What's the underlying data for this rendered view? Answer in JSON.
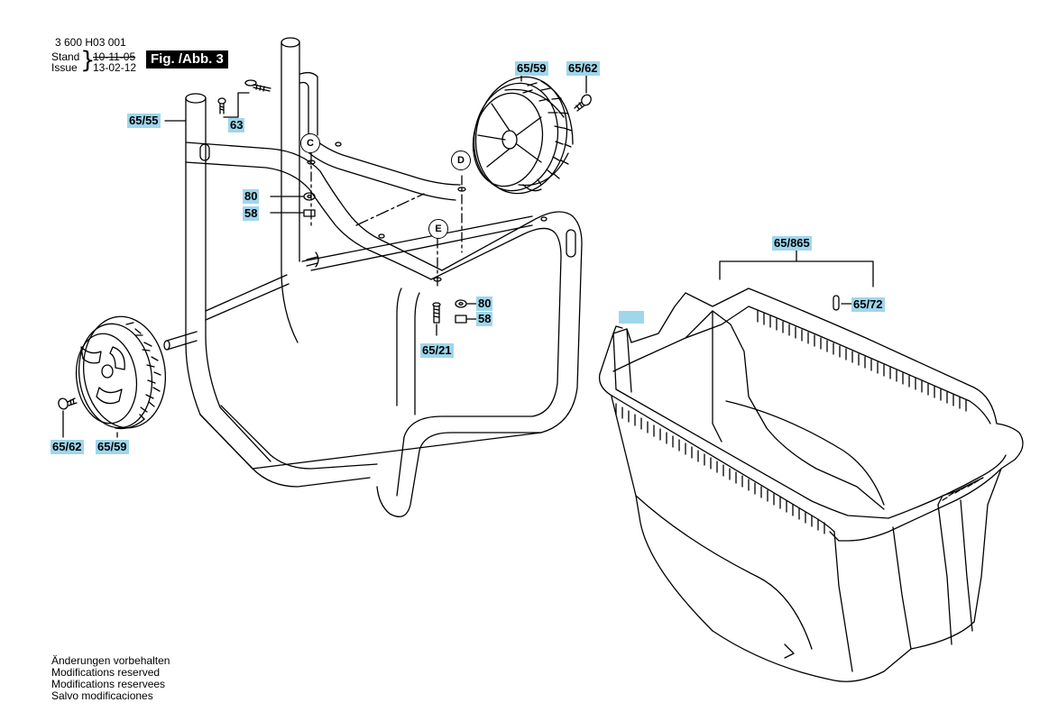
{
  "header": {
    "doc_number": "3 600 H03 001",
    "stand_label": "Stand",
    "issue_label": "Issue",
    "stand_date": "10-11-05",
    "issue_date": "13-02-12",
    "figure_label": "Fig. /Abb. 3"
  },
  "part_labels": {
    "p65_55": "65/55",
    "p63": "63",
    "p65_59_top": "65/59",
    "p65_62_top": "65/62",
    "p80_left": "80",
    "p58_left": "58",
    "p80_right": "80",
    "p58_right": "58",
    "p65_21": "65/21",
    "p65_62_bottom": "65/62",
    "p65_59_bottom": "65/59",
    "p65_865": "65/865",
    "p65_72": "65/72",
    "blank": ""
  },
  "callouts": {
    "c": "C",
    "d": "D",
    "e": "E"
  },
  "footer": {
    "line1": "Änderungen vorbehalten",
    "line2": "Modifications reserved",
    "line3": "Modifications reservees",
    "line4": "Salvo modificaciones"
  },
  "colors": {
    "label_background": "#9fd6ec",
    "line": "#000000"
  }
}
